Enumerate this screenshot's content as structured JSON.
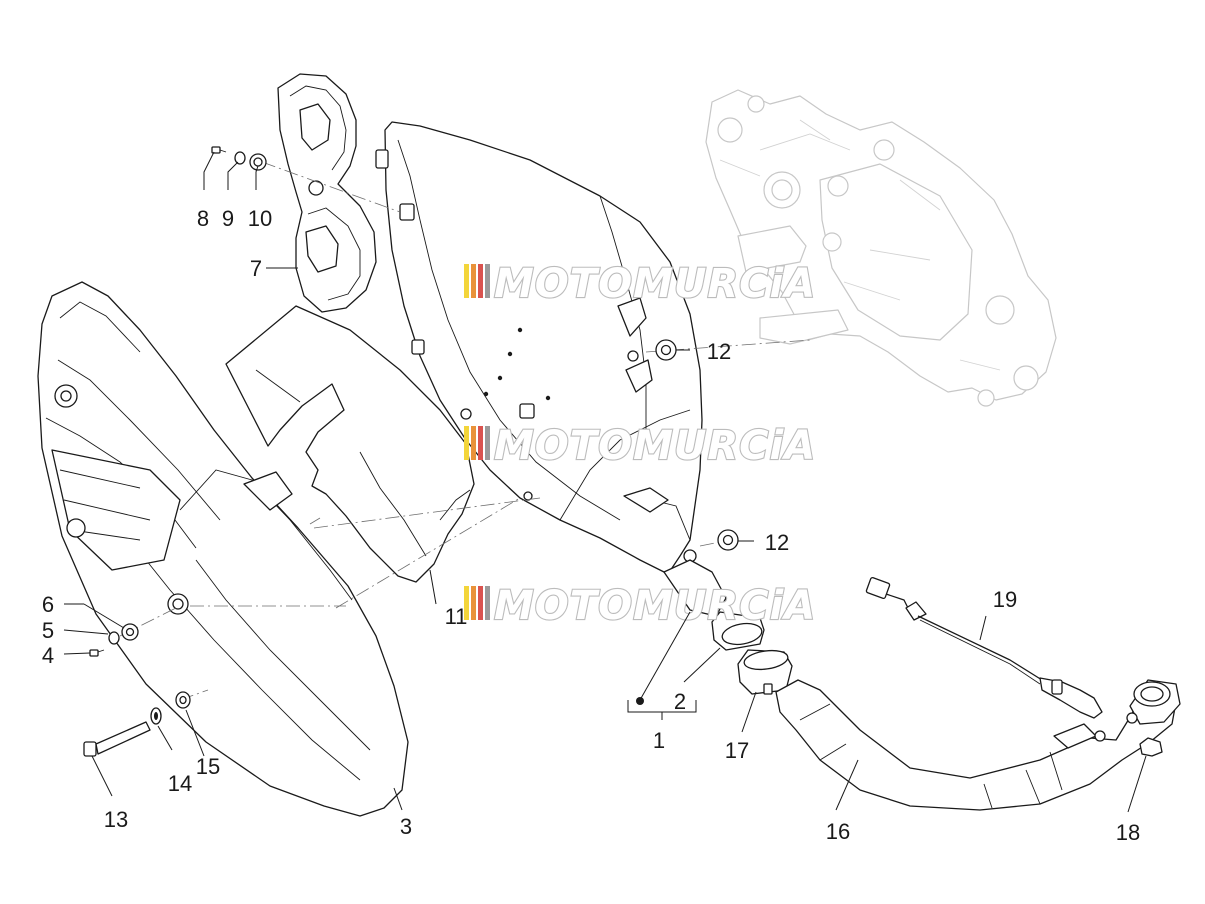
{
  "diagram": {
    "labels": {
      "p1": "1",
      "p2": "2",
      "p3": "3",
      "p4": "4",
      "p5": "5",
      "p6": "6",
      "p7": "7",
      "p8": "8",
      "p9": "9",
      "p10": "10",
      "p11": "11",
      "p12a": "12",
      "p12b": "12",
      "p13": "13",
      "p14": "14",
      "p15": "15",
      "p16": "16",
      "p17": "17",
      "p18": "18",
      "p19": "19"
    },
    "watermark": "MOTOMURCiA",
    "watermark_stripe_colors": [
      "#f3d53a",
      "#e9923a",
      "#d9534f",
      "#9a9a9a"
    ]
  }
}
